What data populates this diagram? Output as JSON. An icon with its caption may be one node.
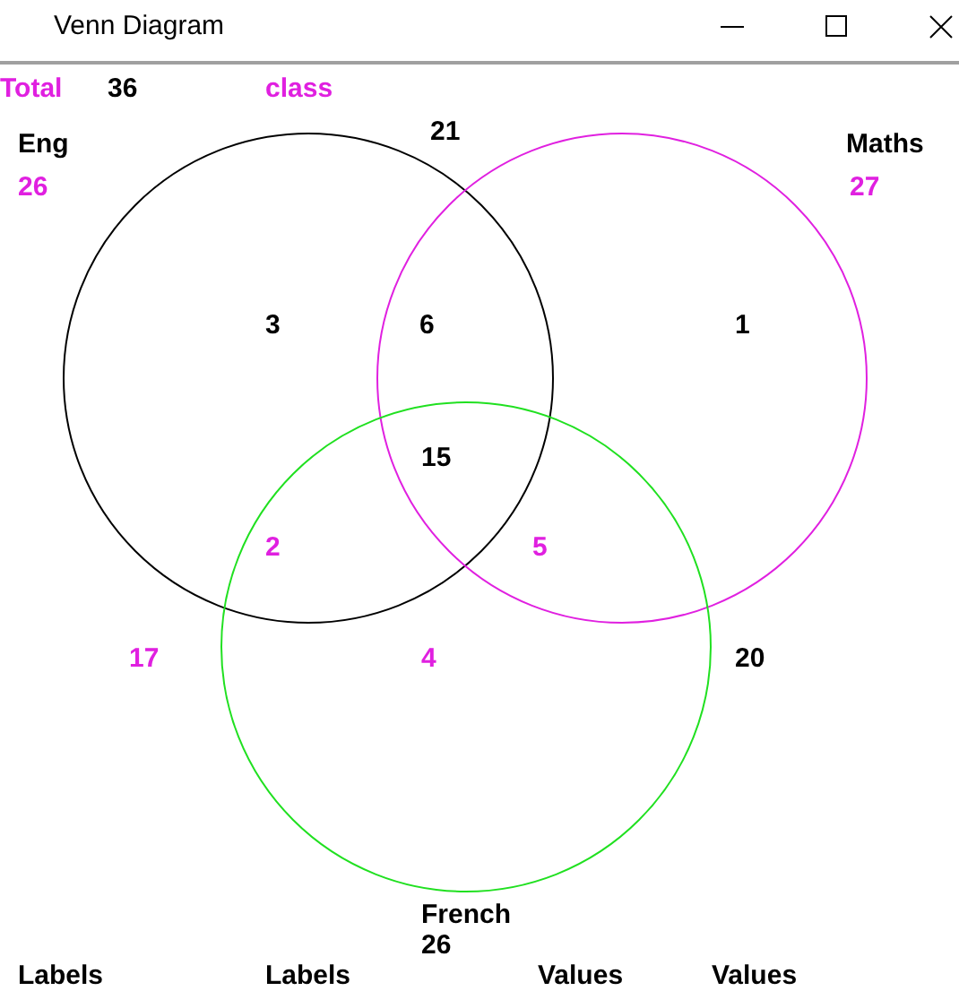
{
  "diagram": {
    "title": "Venn Diagram",
    "nodes": [
      {
        "text": [
          "Eng",
          "26"
        ]
      },
      {
        "text": [
          "Maths",
          "27"
        ]
      },
      {
        "text": [
          "French",
          "26"
        ]
      }
    ],
    "labels": [
      "Total",
      "36",
      "class",
      "21",
      "3",
      "6",
      "1",
      "15",
      "2",
      "5",
      "17",
      "4",
      "20",
      "Labels",
      "Labels",
      "Values",
      "Values"
    ]
  }
}
